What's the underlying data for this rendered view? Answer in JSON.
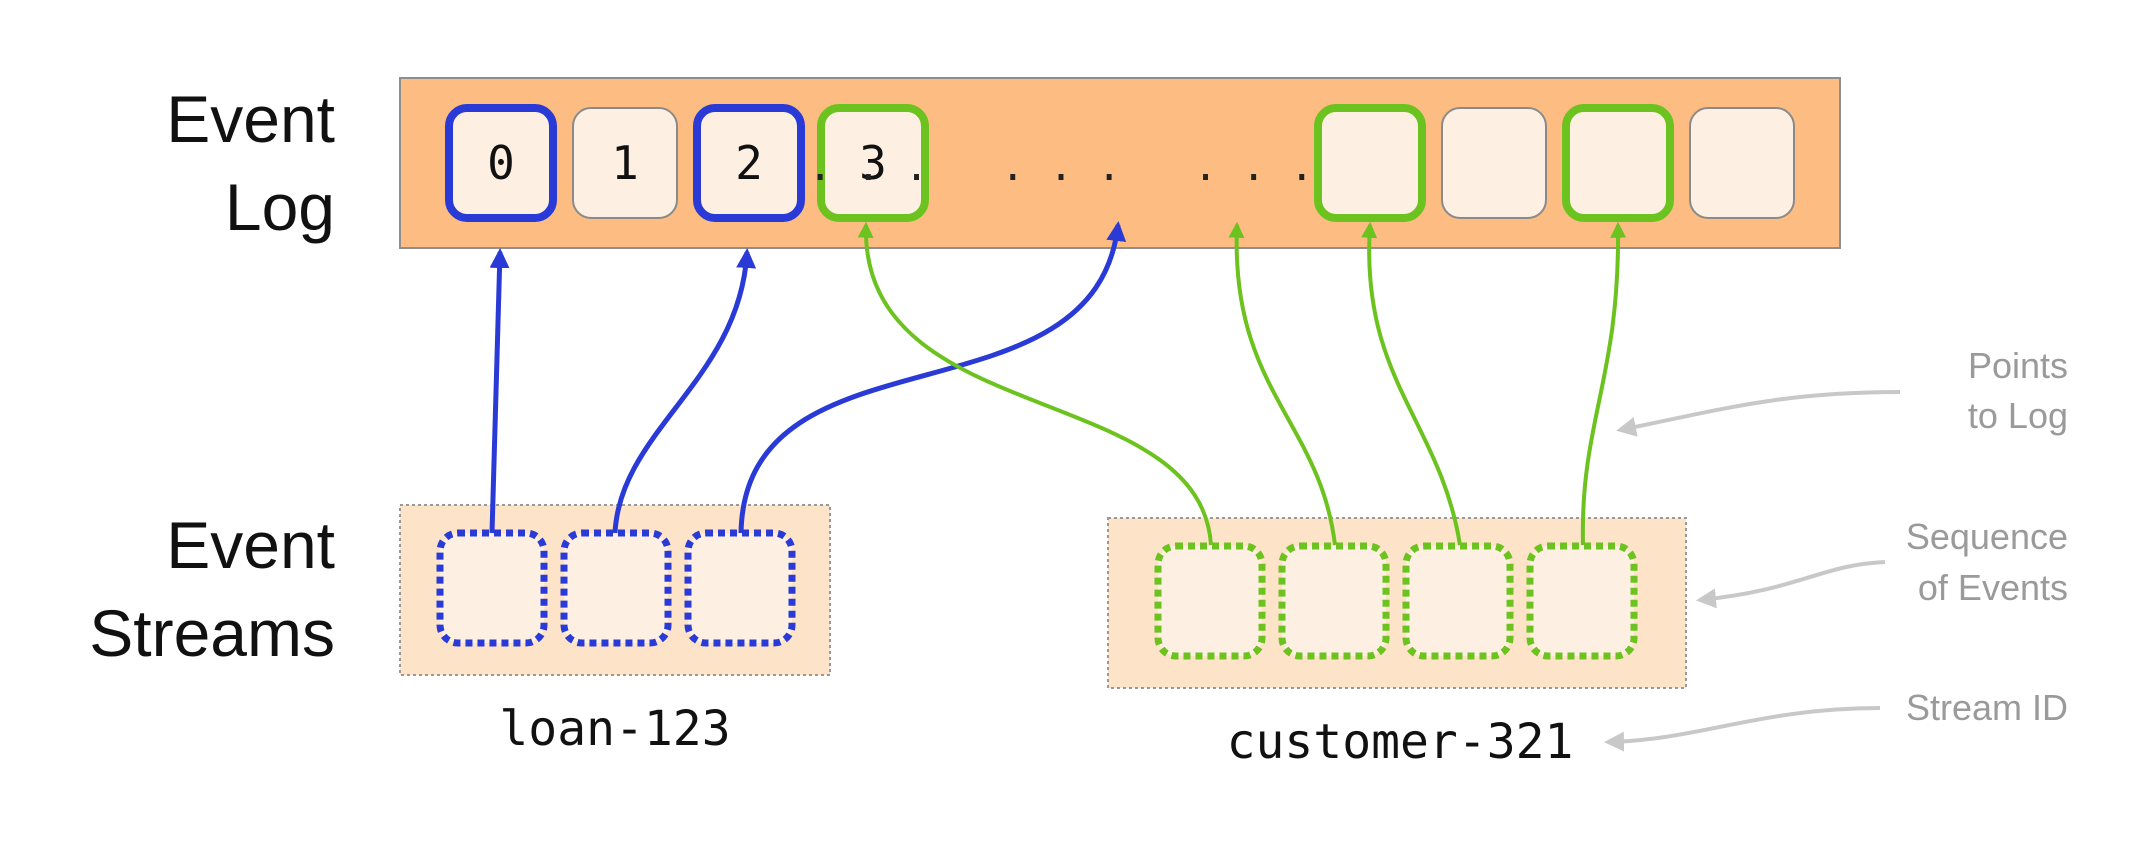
{
  "labels": {
    "event_log_line1": "Event",
    "event_log_line2": "Log",
    "event_streams_line1": "Event",
    "event_streams_line2": "Streams"
  },
  "log": {
    "cells": [
      {
        "text": "0",
        "highlight": "blue"
      },
      {
        "text": "1",
        "highlight": "none"
      },
      {
        "text": "2",
        "highlight": "blue"
      },
      {
        "text": "3",
        "highlight": "green"
      },
      {
        "text": "",
        "highlight": "green"
      },
      {
        "text": "",
        "highlight": "none"
      },
      {
        "text": "",
        "highlight": "green"
      },
      {
        "text": "",
        "highlight": "none"
      }
    ],
    "ellipsis": ". . .   . . .   . . ."
  },
  "streams": [
    {
      "id": "loan-123",
      "color": "blue",
      "event_count": 3
    },
    {
      "id": "customer-321",
      "color": "green",
      "event_count": 4
    }
  ],
  "annotations": {
    "points_to_log_line1": "Points",
    "points_to_log_line2": "to Log",
    "sequence_line1": "Sequence",
    "sequence_line2": "of Events",
    "stream_id": "Stream ID"
  },
  "colors": {
    "log_background": "#fdbd82",
    "stream_background": "#fde3c8",
    "cell_fill": "#fdf0e2",
    "blue": "#2a3ad6",
    "green": "#6cc21f",
    "annotation": "#9a9a9a",
    "annotation_arrow": "#c8c8c8"
  }
}
